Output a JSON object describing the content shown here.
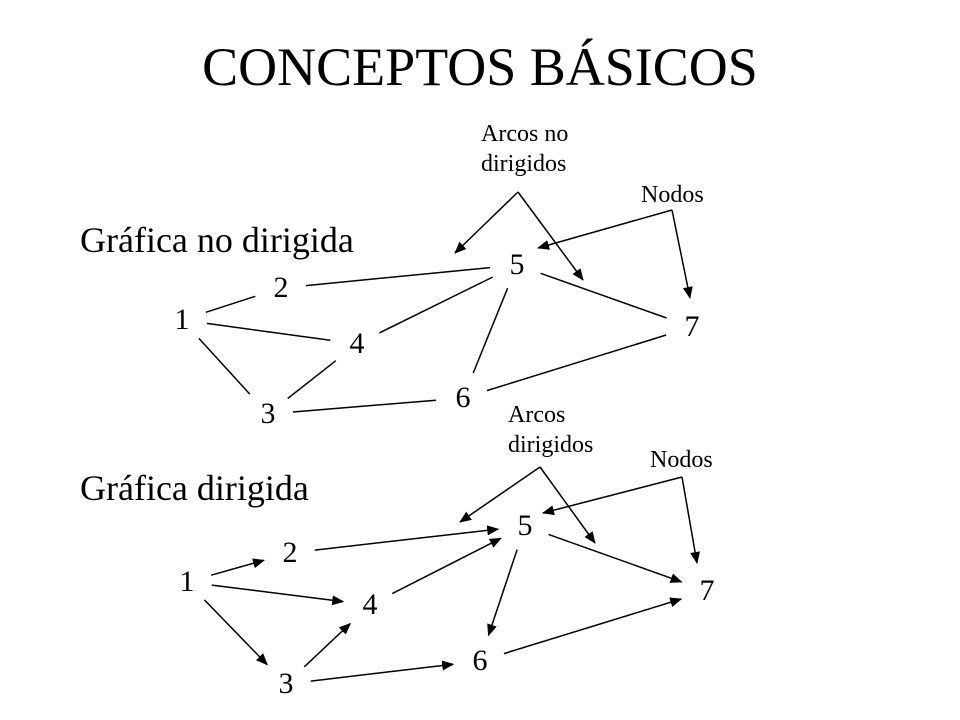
{
  "slide": {
    "title": "CONCEPTOS BÁSICOS",
    "undirected": {
      "heading": "Gráfica no dirigida",
      "edges_annotation": "Arcos no\ndirigidos",
      "nodes_annotation": "Nodos",
      "nodes": [
        "1",
        "2",
        "3",
        "4",
        "5",
        "6",
        "7"
      ],
      "edges": [
        [
          "1",
          "2"
        ],
        [
          "1",
          "4"
        ],
        [
          "1",
          "3"
        ],
        [
          "2",
          "5"
        ],
        [
          "3",
          "4"
        ],
        [
          "3",
          "6"
        ],
        [
          "4",
          "5"
        ],
        [
          "5",
          "6"
        ],
        [
          "5",
          "7"
        ],
        [
          "6",
          "7"
        ]
      ]
    },
    "directed": {
      "heading": "Gráfica dirigida",
      "edges_annotation": "Arcos\ndirigidos",
      "nodes_annotation": "Nodos",
      "nodes": [
        "1",
        "2",
        "3",
        "4",
        "5",
        "6",
        "7"
      ],
      "edges": [
        [
          "1",
          "2"
        ],
        [
          "1",
          "4"
        ],
        [
          "1",
          "3"
        ],
        [
          "2",
          "5"
        ],
        [
          "3",
          "4"
        ],
        [
          "3",
          "6"
        ],
        [
          "4",
          "5"
        ],
        [
          "5",
          "6"
        ],
        [
          "5",
          "7"
        ],
        [
          "6",
          "7"
        ]
      ]
    }
  },
  "colors": {
    "ink": "#000000",
    "background": "#ffffff"
  }
}
